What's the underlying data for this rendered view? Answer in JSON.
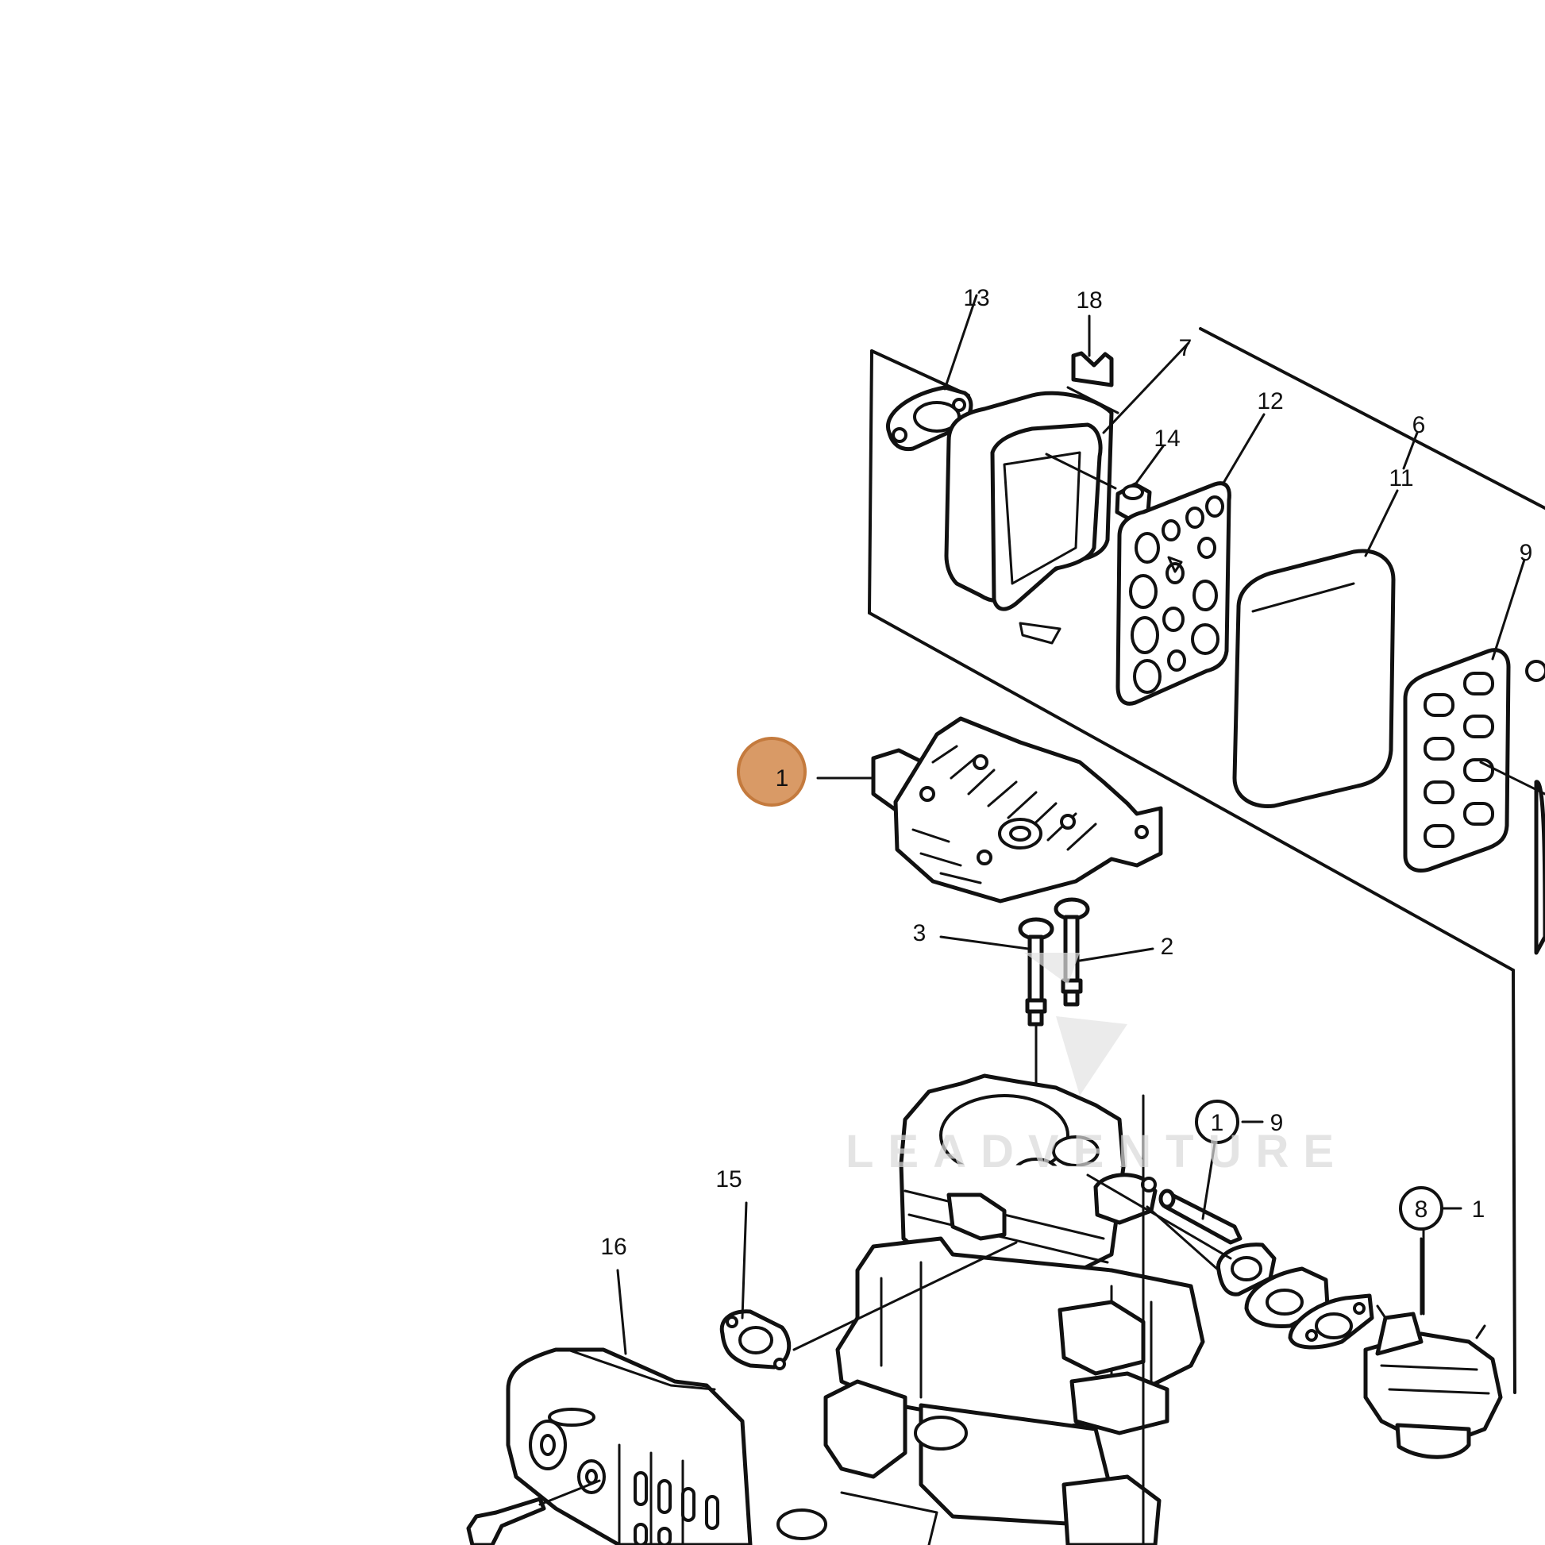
{
  "highlight_color": "#d99a66",
  "highlight_stroke": "#c47a3d",
  "watermark": "LEADVENTURE",
  "callouts": {
    "c13": "13",
    "c18": "18",
    "c7": "7",
    "c14": "14",
    "c12": "12",
    "c6": "6",
    "c11": "11",
    "c9": "9",
    "c1": "1",
    "c3": "3",
    "c2": "2",
    "c15": "15",
    "c16": "16",
    "ref_a_circle": "1",
    "ref_a_suffix": "9",
    "ref_b_circle": "8",
    "ref_b_suffix": "1"
  }
}
